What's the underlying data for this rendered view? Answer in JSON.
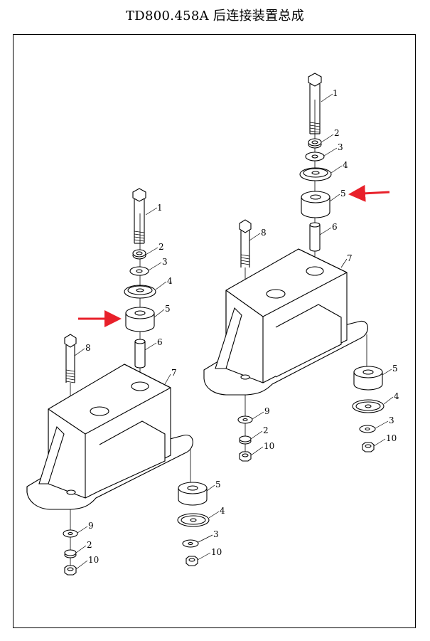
{
  "title": "TD800.458A  后连接装置总成",
  "colors": {
    "line": "#000000",
    "arrow": "#e8202a",
    "background": "#ffffff"
  },
  "assemblies": [
    {
      "name": "left",
      "labels": [
        "1",
        "2",
        "3",
        "4",
        "5",
        "6",
        "7",
        "8",
        "5",
        "4",
        "3",
        "10",
        "9",
        "2",
        "10"
      ]
    },
    {
      "name": "right",
      "labels": [
        "1",
        "2",
        "3",
        "4",
        "5",
        "6",
        "7",
        "8",
        "5",
        "4",
        "3",
        "10",
        "9",
        "2",
        "10"
      ]
    }
  ],
  "arrows": [
    {
      "points_to": "5"
    },
    {
      "points_to": "5"
    }
  ]
}
